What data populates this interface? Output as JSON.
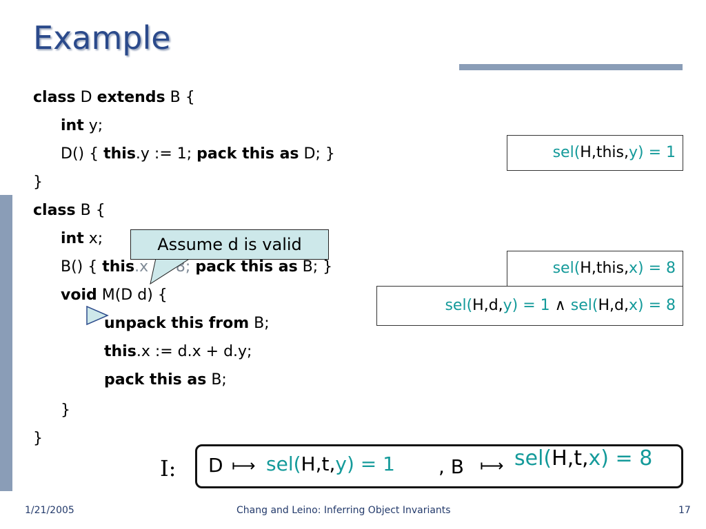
{
  "title": "Example",
  "code": {
    "l1": {
      "kw1": "class",
      "t1": " D ",
      "kw2": "extends",
      "t2": " B {"
    },
    "l2": {
      "kw1": "int",
      "t1": " y;"
    },
    "l3": {
      "t1": "D() { ",
      "kw1": "this",
      "t2": ".y := 1; ",
      "kw2": "pack this as",
      "t3": " D; }"
    },
    "l4": {
      "t1": "}"
    },
    "l5": {
      "kw1": "class",
      "t1": " B {"
    },
    "l6": {
      "kw1": "int",
      "t1": " x;"
    },
    "l7": {
      "t1": "B() { ",
      "kw1": "this",
      "t2": ".x := 8; ",
      "kw2": "pack this as",
      "t3": " B; }"
    },
    "l8": {
      "kw1": "void",
      "t1": " M(D d) {"
    },
    "l9": {
      "kw1": "unpack this from",
      "t1": " B;"
    },
    "l10": {
      "kw1": "this",
      "t1": ".x := d.x + d.y;"
    },
    "l11": {
      "kw1": "pack this as",
      "t1": " B;"
    },
    "l12": {
      "t1": "}"
    },
    "l13": {
      "t1": "}"
    }
  },
  "callout": "Assume d is valid",
  "box1": {
    "a": "sel(",
    "b": "H,this,",
    "c": "y) = 1"
  },
  "box2": {
    "a": "sel(",
    "b": "H,this,",
    "c": "x) = 8"
  },
  "box3": {
    "a": "sel(",
    "b": "H,d,",
    "c": "y) = 1 ",
    "d": "∧",
    "e": " sel(",
    "f": "H,d,",
    "g": "x) = 8"
  },
  "invariant": {
    "label": "I:",
    "d_class": "D",
    "arrow": "⟼",
    "d_a": "sel(",
    "d_b": "H,t,",
    "d_c": "y) = 1",
    "sep": ", B",
    "b_a": "sel(",
    "b_b": "H,t,",
    "b_c": "x) = 8"
  },
  "footer": {
    "date": "1/21/2005",
    "center": "Chang and Leino: Inferring Object Invariants",
    "page": "17"
  },
  "colors": {
    "title": "#2b4a8b",
    "accent": "#149a9a",
    "callout_bg": "#cde8ea",
    "decor": "#8a9db7"
  }
}
